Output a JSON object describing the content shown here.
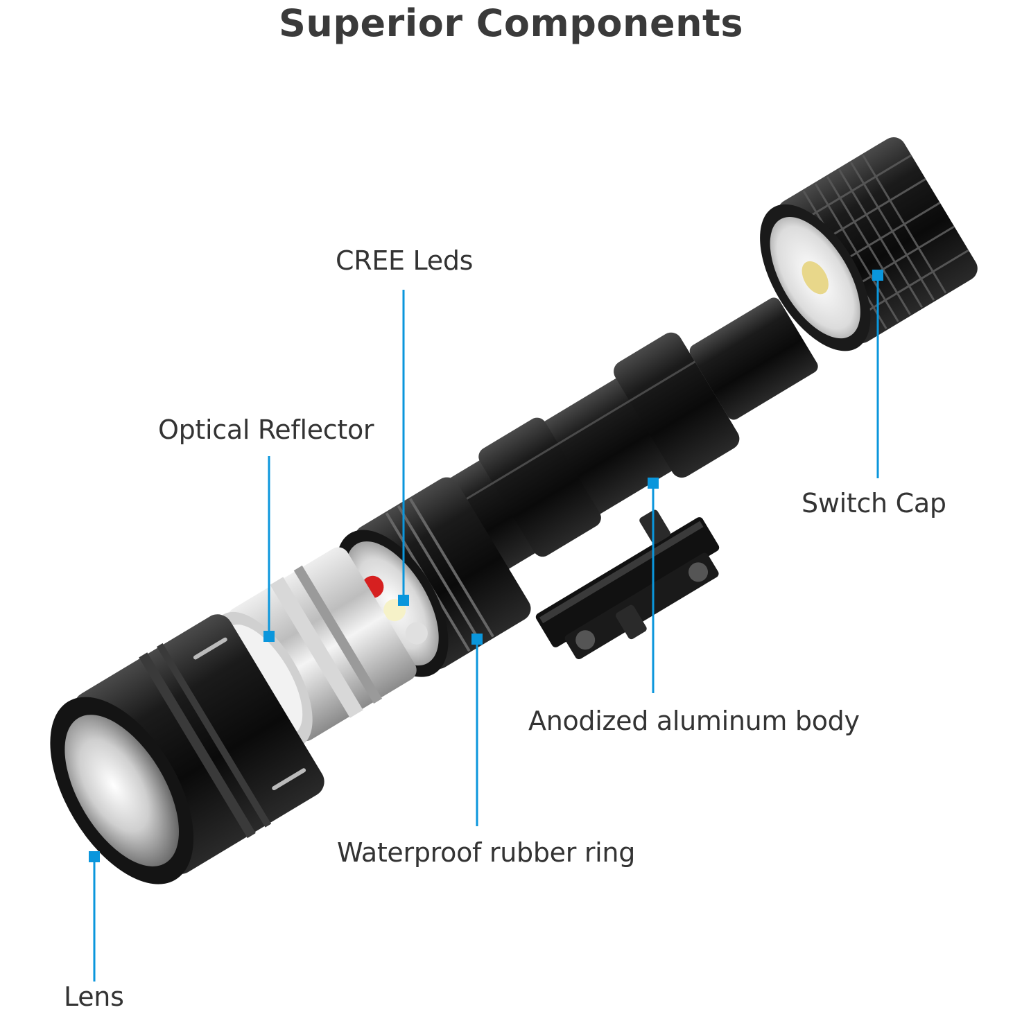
{
  "title": "Superior Components",
  "accent_color": "#0a96dc",
  "labels": {
    "cree_leds": "CREE Leds",
    "optical_reflector": "Optical Reflector",
    "switch_cap": "Switch Cap",
    "anodized_body": "Anodized aluminum body",
    "rubber_ring": "Waterproof rubber ring",
    "lens": "Lens"
  }
}
